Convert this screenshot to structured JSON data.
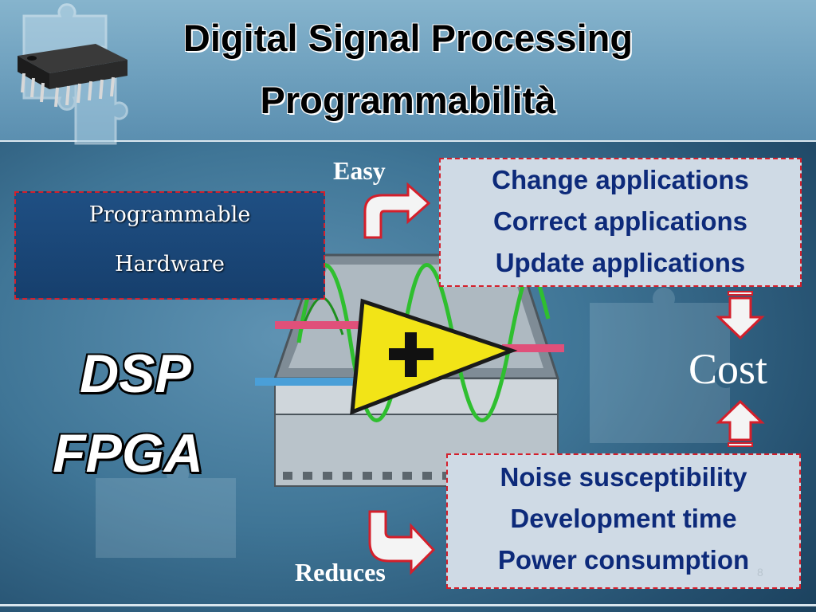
{
  "title": {
    "line1": "Digital Signal Processing",
    "line2": "Programmabilità"
  },
  "hardware_box": {
    "line1": "Programmable",
    "line2": "Hardware"
  },
  "main_labels": {
    "dsp": "DSP",
    "fpga": "FPGA"
  },
  "easy_label": "Easy",
  "reduces_label": "Reduces",
  "cost_label": "Cost",
  "benefits": [
    "Change applications",
    "Correct applications",
    "Update applications"
  ],
  "reductions": [
    "Noise susceptibility",
    "Development time",
    "Power consumption"
  ],
  "page_number": "8",
  "colors": {
    "box_border": "#d41f2b",
    "box_fill": "#cfdae5",
    "box_text": "#0d2a7a",
    "amplifier": "#f2e417"
  },
  "icons": {
    "chip": "ic-chip-icon",
    "amplifier": "amplifier-icon",
    "arrows": "curved-arrow-icon"
  }
}
